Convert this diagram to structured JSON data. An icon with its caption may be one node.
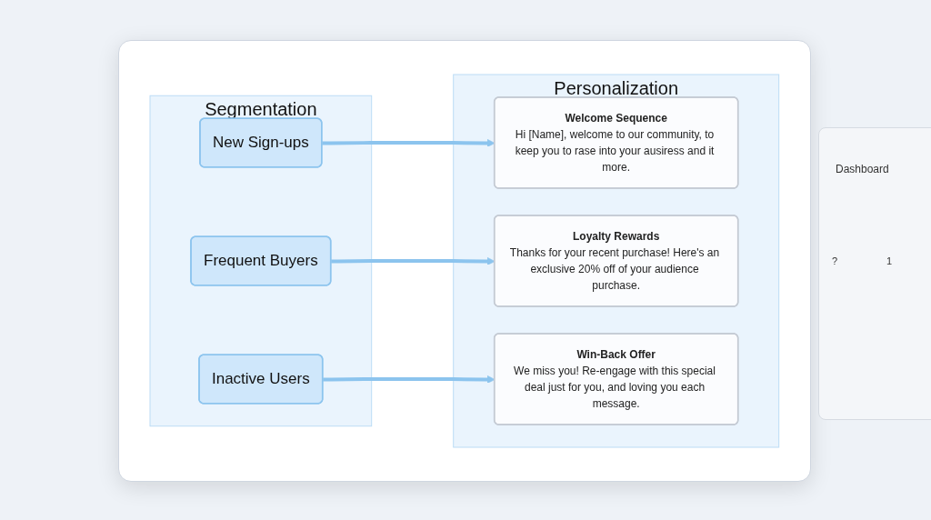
{
  "diagram": {
    "nodes": [
      {
        "text": [
          "Segmentation"
        ]
      },
      {
        "text": [
          "New Sign-ups"
        ],
        "in": 0
      },
      {
        "text": [
          "Frequent Buyers"
        ],
        "in": 0
      },
      {
        "text": [
          "Inactive Users"
        ],
        "in": 0
      },
      {
        "text": [
          "Personalization"
        ]
      },
      {
        "text": [
          "Welcome Sequence",
          "Hi [Name], welcome to our community, to keep you to rase into your ausiress and it more."
        ],
        "in": 4
      },
      {
        "text": [
          "Loyalty Rewards",
          "Thanks for your recent purchase! Here's an exclusive 20% off of your audience purchase."
        ],
        "in": 4
      },
      {
        "text": [
          "Win-Back Offer",
          "We miss you! Re-engage with this special deal just for you, and loving you each message."
        ],
        "in": 4
      }
    ],
    "edges": [
      {
        "from": 1,
        "to": 5,
        "arrow": "to"
      },
      {
        "from": 2,
        "to": 6,
        "arrow": "to"
      },
      {
        "from": 3,
        "to": 7,
        "arrow": "to"
      }
    ],
    "labels": [
      "Dashboard",
      "?",
      "1"
    ]
  }
}
